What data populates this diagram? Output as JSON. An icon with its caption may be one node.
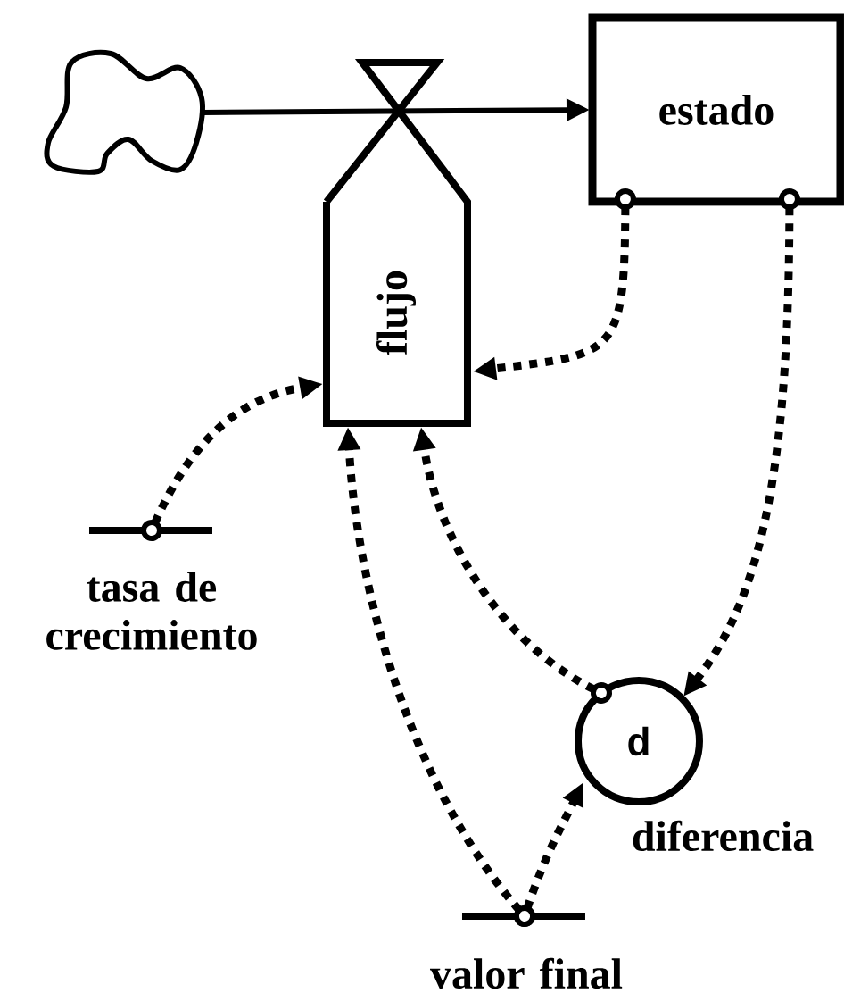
{
  "diagram": {
    "nodes": [
      {
        "text": [],
        "shape": "cloud"
      },
      {
        "text": [
          "estado"
        ]
      },
      {
        "text": [
          "flujo"
        ]
      },
      {
        "text": [
          "tasa de crecimiento"
        ]
      },
      {
        "text": [
          "d"
        ],
        "beside": [
          "diferencia"
        ]
      },
      {
        "text": [
          "valor final"
        ]
      }
    ],
    "edges": [
      {
        "from": 0,
        "to": 1,
        "arrow": "to"
      },
      {
        "from": 1,
        "to": 2,
        "arrow": "to",
        "style": "dashed"
      },
      {
        "from": 1,
        "to": 4,
        "arrow": "to",
        "style": "dashed"
      },
      {
        "from": 3,
        "to": 2,
        "arrow": "to",
        "style": "dashed"
      },
      {
        "from": 5,
        "to": 2,
        "arrow": "to",
        "style": "dashed"
      },
      {
        "from": 4,
        "to": 2,
        "arrow": "to",
        "style": "dashed"
      },
      {
        "from": 5,
        "to": 4,
        "arrow": "to",
        "style": "dashed"
      }
    ]
  }
}
